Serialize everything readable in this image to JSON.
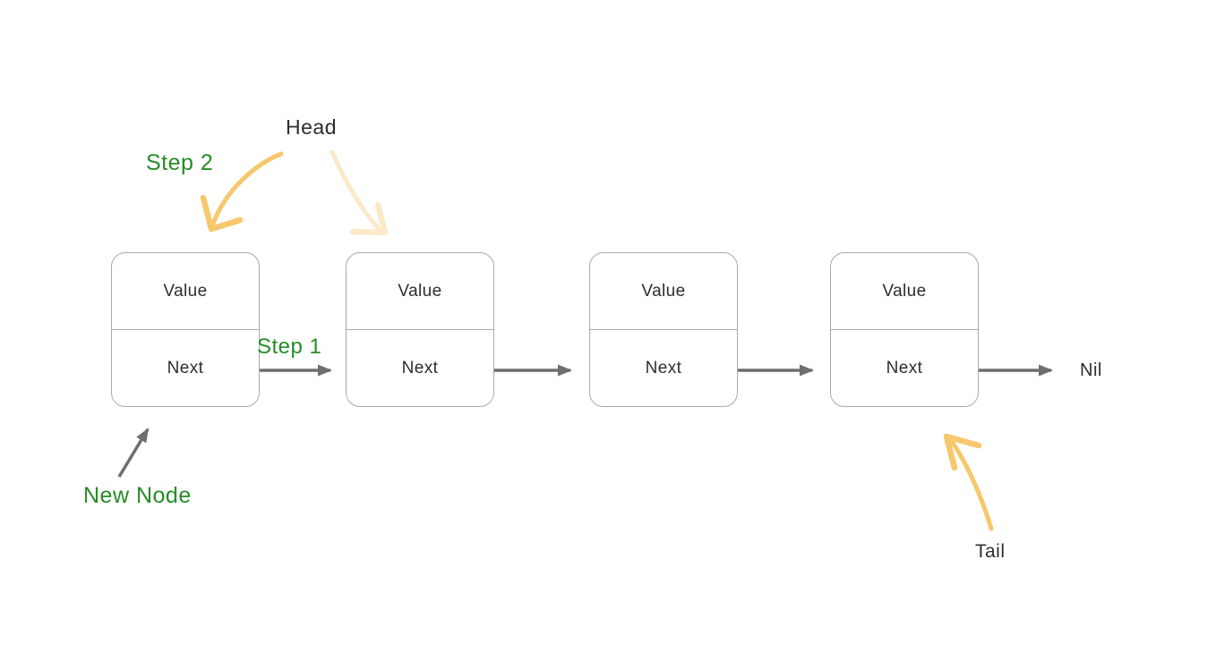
{
  "labels": {
    "head": "Head",
    "step2": "Step 2",
    "step1": "Step 1",
    "new_node": "New Node",
    "tail": "Tail",
    "nil": "Nil"
  },
  "nodes": [
    {
      "value_label": "Value",
      "next_label": "Next"
    },
    {
      "value_label": "Value",
      "next_label": "Next"
    },
    {
      "value_label": "Value",
      "next_label": "Next"
    },
    {
      "value_label": "Value",
      "next_label": "Next"
    }
  ],
  "colors": {
    "step_green": "#268c26",
    "arrow_yellow": "#f6c76b",
    "arrow_yellow_faded": "#fce9c7",
    "arrow_gray": "#6e6e6e",
    "node_border": "#aaaaaa",
    "text_dark": "#2d2d2d",
    "background": "#ffffff"
  }
}
